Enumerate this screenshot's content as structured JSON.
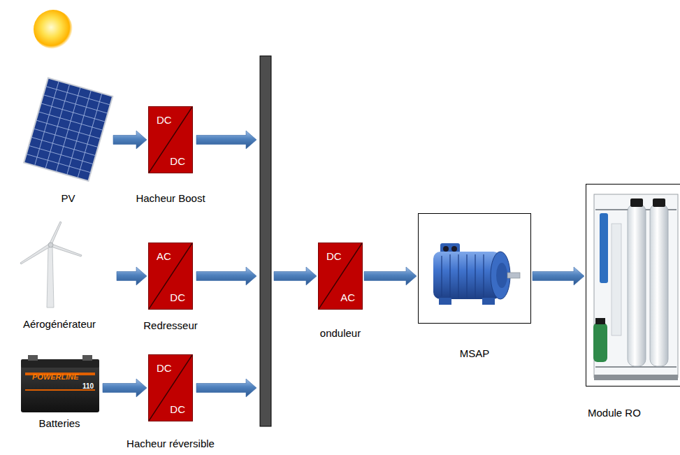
{
  "diagram": {
    "nodes": [
      {
        "text": [
          "PV"
        ]
      },
      {
        "text": [
          "DC",
          "DC",
          "Hacheur Boost"
        ]
      },
      {
        "text": [
          "Aérogénérateur"
        ]
      },
      {
        "text": [
          "AC",
          "DC",
          "Redresseur"
        ]
      },
      {
        "text": [
          "Batteries"
        ]
      },
      {
        "text": [
          "DC",
          "DC",
          "Hacheur réversible"
        ]
      },
      {
        "text": [
          "DC",
          "AC",
          "onduleur"
        ]
      },
      {
        "text": [
          "MSAP"
        ]
      },
      {
        "text": [
          "Module RO"
        ]
      }
    ],
    "edges": [
      {
        "from": 0,
        "to": 1,
        "arrow": "to"
      },
      {
        "from": 2,
        "to": 3,
        "arrow": "to"
      },
      {
        "from": 4,
        "to": 5,
        "arrow": "to"
      },
      {
        "from": 6,
        "to": 7,
        "arrow": "to"
      },
      {
        "from": 7,
        "to": 8,
        "arrow": "to"
      }
    ],
    "labels": [
      "POWERLINE",
      "110"
    ]
  }
}
